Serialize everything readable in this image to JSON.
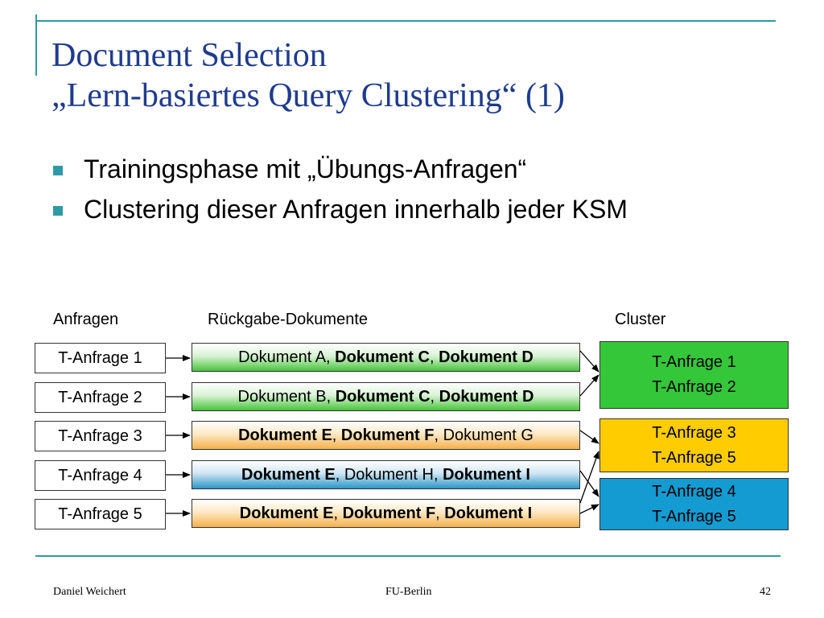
{
  "title": {
    "line1": "Document Selection",
    "line2": "„Lern-basiertes Query Clustering“ (1)"
  },
  "bullets": [
    "Trainingsphase mit „Übungs-Anfragen“",
    "Clustering dieser Anfragen innerhalb jeder KSM"
  ],
  "diagram": {
    "headers": {
      "queries": "Anfragen",
      "documents": "Rückgabe-Dokumente",
      "clusters": "Cluster"
    },
    "queries": [
      "T-Anfrage 1",
      "T-Anfrage 2",
      "T-Anfrage 3",
      "T-Anfrage 4",
      "T-Anfrage 5"
    ],
    "documents": [
      [
        {
          "t": "Dokument A",
          "b": false
        },
        {
          "t": "Dokument C",
          "b": true
        },
        {
          "t": "Dokument D",
          "b": true
        }
      ],
      [
        {
          "t": "Dokument B",
          "b": false
        },
        {
          "t": "Dokument C",
          "b": true
        },
        {
          "t": "Dokument D",
          "b": true
        }
      ],
      [
        {
          "t": "Dokument E",
          "b": true
        },
        {
          "t": "Dokument F",
          "b": true
        },
        {
          "t": "Dokument G",
          "b": false
        }
      ],
      [
        {
          "t": "Dokument E",
          "b": true
        },
        {
          "t": "Dokument H",
          "b": false
        },
        {
          "t": "Dokument I",
          "b": true
        }
      ],
      [
        {
          "t": "Dokument E",
          "b": true
        },
        {
          "t": "Dokument F",
          "b": true
        },
        {
          "t": "Dokument I",
          "b": true
        }
      ]
    ],
    "clusters": [
      {
        "lines": [
          "T-Anfrage 1",
          "T-Anfrage 2"
        ],
        "color": "#35c73a"
      },
      {
        "lines": [
          "T-Anfrage 3",
          "T-Anfrage 5"
        ],
        "color": "#ffcc00"
      },
      {
        "lines": [
          "T-Anfrage 4",
          "T-Anfrage 5"
        ],
        "color": "#149bd1"
      }
    ]
  },
  "footer": {
    "author": "Daniel Weichert",
    "institution": "FU-Berlin",
    "page": "42"
  },
  "colors": {
    "accent": "#2e9aa6",
    "title": "#1f3c8c"
  }
}
